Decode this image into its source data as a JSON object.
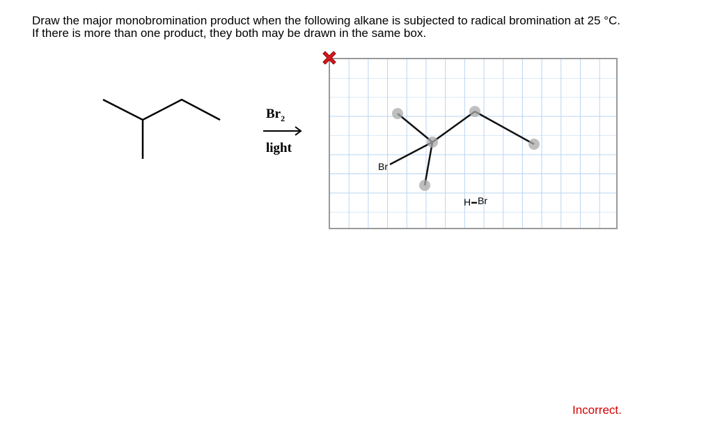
{
  "question": {
    "line1": "Draw the major monobromination product when the following alkane is subjected to radical bromination at 25 °C.",
    "line2": "If there is more than one product, they both may be drawn in the same box."
  },
  "reaction": {
    "reagent": "Br",
    "reagent_subscript": "2",
    "condition": "light"
  },
  "drawing": {
    "atom_label_br": "Br",
    "hbr_h": "H",
    "hbr_br": "Br"
  },
  "clear_icon": "red-x-icon",
  "status": {
    "text": "Incorrect.",
    "color": "#d40000"
  }
}
